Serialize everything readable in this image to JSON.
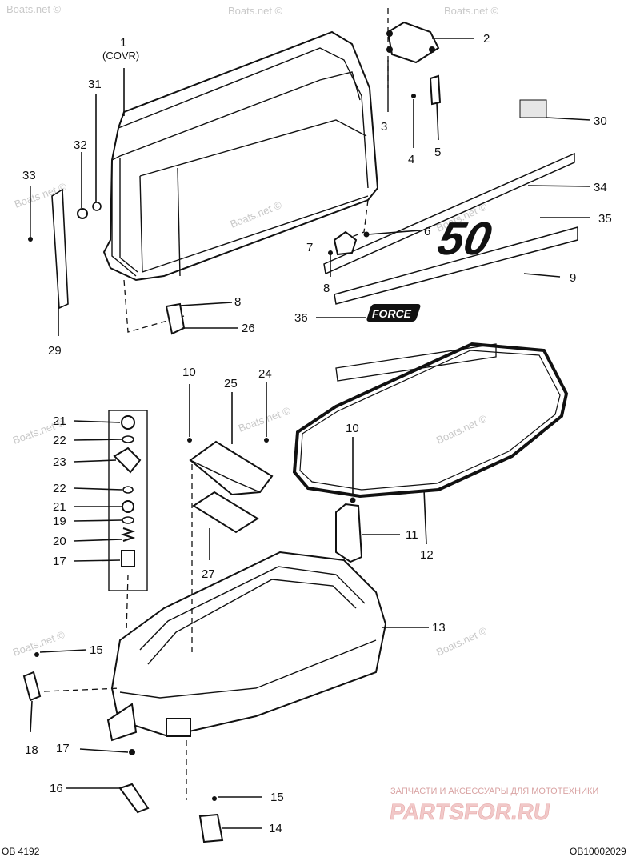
{
  "diagram": {
    "cover_label": "(COVR)",
    "decal_50": "50",
    "decal_force": "FORCE",
    "code_left": "OB 4192",
    "code_right": "OB10002029",
    "watermark": "Boats.net ©",
    "brand_text": "PARTSFOR.RU",
    "brand_subtitle": "ЗАПЧАСТИ И АКСЕССУАРЫ ДЛЯ МОТОТЕХНИКИ",
    "callouts": [
      "1",
      "2",
      "3",
      "4",
      "5",
      "30",
      "31",
      "32",
      "33",
      "34",
      "35",
      "6",
      "7",
      "8",
      "9",
      "8",
      "26",
      "29",
      "36",
      "10",
      "25",
      "24",
      "10",
      "11",
      "12",
      "13",
      "21",
      "22",
      "23",
      "22",
      "21",
      "19",
      "20",
      "17",
      "27",
      "15",
      "18",
      "17",
      "16",
      "15",
      "14"
    ]
  }
}
